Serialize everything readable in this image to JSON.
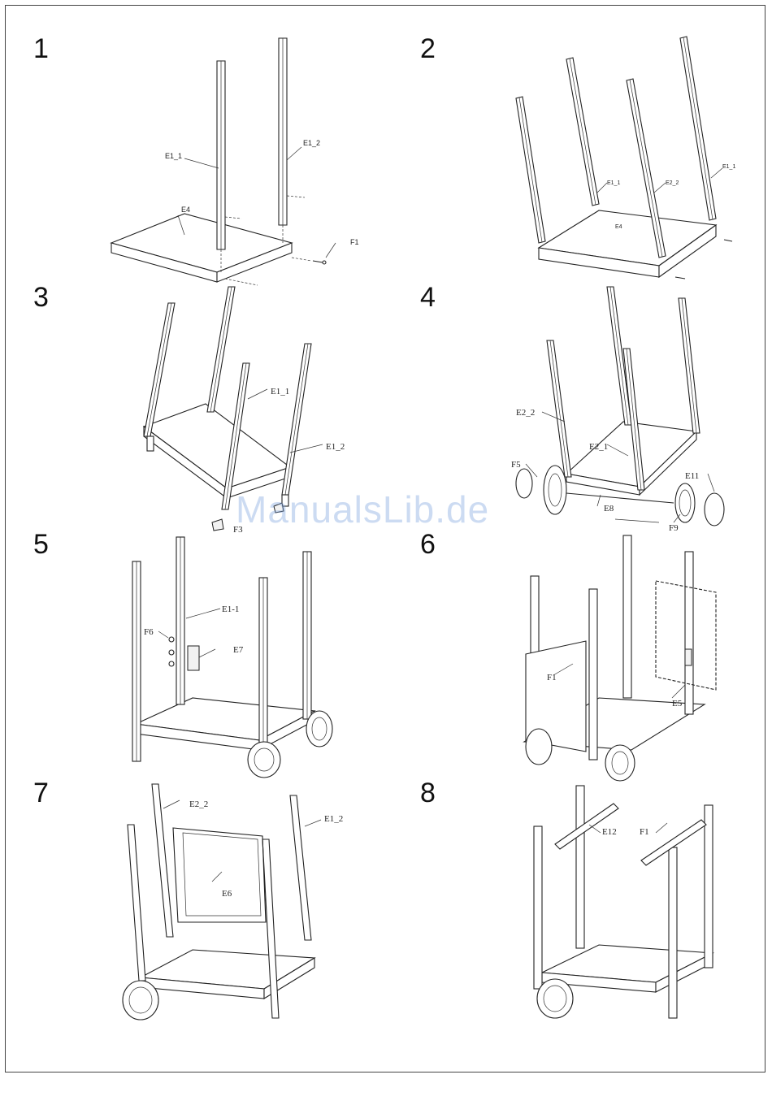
{
  "watermark": "ManualsLib.de",
  "steps": [
    {
      "number": "1",
      "labels": {
        "e1_1": "E1_1",
        "e1_2": "E1_2",
        "e4": "E4",
        "f1": "F1"
      }
    },
    {
      "number": "2",
      "labels": {
        "e1_1": "E1_1",
        "e2_2": "E2_2",
        "e1_1b": "E1_1",
        "e4": "E4"
      }
    },
    {
      "number": "3",
      "labels": {
        "e1_1": "E1_1",
        "e1_2": "E1_2",
        "f3": "F3"
      }
    },
    {
      "number": "4",
      "labels": {
        "e2_2": "E2_2",
        "e2_1": "E2_1",
        "f5": "F5",
        "e8": "E8",
        "e11": "E11",
        "f9": "F9"
      }
    },
    {
      "number": "5",
      "labels": {
        "e1_1": "E1-1",
        "f6": "F6",
        "e7": "E7"
      }
    },
    {
      "number": "6",
      "labels": {
        "f1": "F1",
        "e5": "E5"
      }
    },
    {
      "number": "7",
      "labels": {
        "e2_2": "E2_2",
        "e1_2": "E1_2",
        "e6": "E6"
      }
    },
    {
      "number": "8",
      "labels": {
        "e12": "E12",
        "f1": "F1"
      }
    }
  ]
}
